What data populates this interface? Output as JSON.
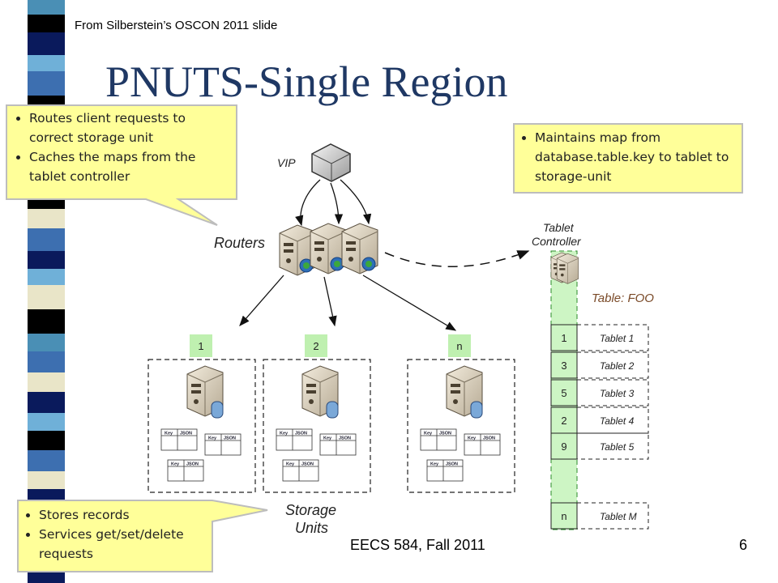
{
  "credit": "From Silberstein’s OSCON 2011 slide",
  "title": "PNUTS-Single Region",
  "callouts": {
    "routers": [
      "Routes client requests to correct storage unit",
      "Caches the maps from the tablet controller"
    ],
    "controller": [
      "Maintains map from database.table.key to tablet to storage-unit"
    ],
    "storage": [
      "Stores records",
      "Services get/set/delete requests"
    ]
  },
  "diagram": {
    "vip_label": "VIP",
    "routers_label": "Routers",
    "storage_label_line1": "Storage",
    "storage_label_line2": "Units",
    "controller_label_line1": "Tablet",
    "controller_label_line2": "Controller",
    "table_label": "Table: FOO",
    "unit_ids": [
      "1",
      "2",
      "n"
    ],
    "record_key": "Key",
    "record_value": "JSON",
    "tablets": [
      {
        "unit": "1",
        "name": "Tablet 1"
      },
      {
        "unit": "3",
        "name": "Tablet 2"
      },
      {
        "unit": "5",
        "name": "Tablet 3"
      },
      {
        "unit": "2",
        "name": "Tablet 4"
      },
      {
        "unit": "9",
        "name": "Tablet 5"
      },
      {
        "unit": "n",
        "name": "Tablet M"
      }
    ]
  },
  "footer": {
    "course": "EECS 584, Fall 2011",
    "page": "6"
  },
  "colors": {
    "title": "#1f3864",
    "callout_fill": "#ffff99",
    "unit_tag": "#bff0b0",
    "controller_column": "#cdf5c4"
  }
}
